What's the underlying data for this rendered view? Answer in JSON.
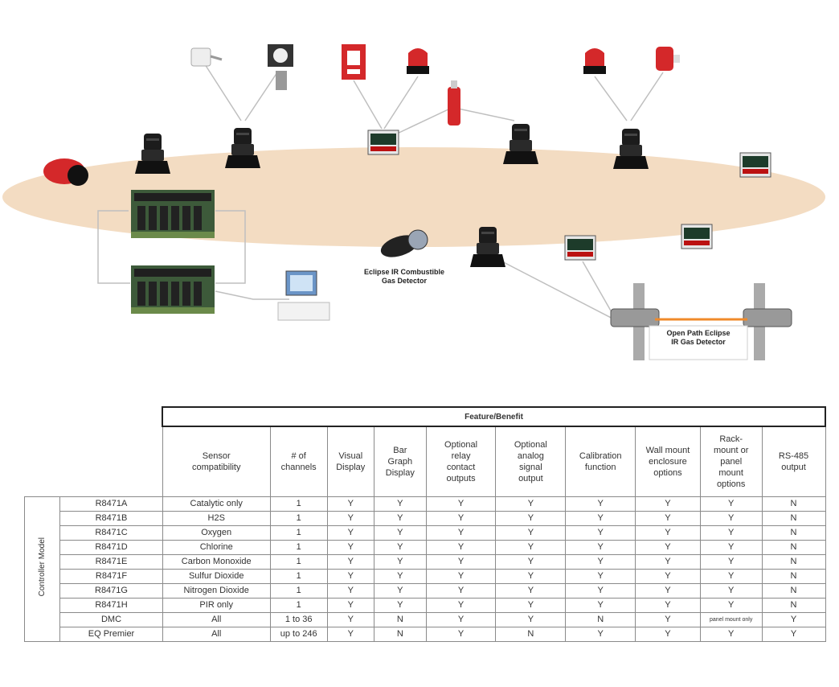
{
  "diagram": {
    "labels": {
      "eclipse_ir": [
        "Eclipse IR Combustible",
        "Gas Detector"
      ],
      "open_path": [
        "Open Path Eclipse",
        "IR Gas Detector"
      ]
    },
    "colors": {
      "ellipse": "#f3dcc2",
      "red_device": "#d4282a",
      "black_device": "#1c1c1c",
      "controller_green": "#3d5a3a",
      "link": "#bfbfbf"
    }
  },
  "table": {
    "group_header": "Feature/Benefit",
    "row_group_label": "Controller Model",
    "columns": [
      [
        "Sensor",
        "compatibility"
      ],
      [
        "# of",
        "channels"
      ],
      [
        "Visual",
        "Display"
      ],
      [
        "Bar",
        "Graph",
        "Display"
      ],
      [
        "Optional",
        "relay",
        "contact",
        "outputs"
      ],
      [
        "Optional",
        "analog",
        "signal",
        "output"
      ],
      [
        "Calibration",
        "function"
      ],
      [
        "Wall mount",
        "enclosure",
        "options"
      ],
      [
        "Rack-",
        "mount or",
        "panel",
        "mount",
        "options"
      ],
      [
        "RS-485",
        "output"
      ]
    ],
    "rows": [
      {
        "model": "R8471A",
        "cells": [
          "Catalytic only",
          "1",
          "Y",
          "Y",
          "Y",
          "Y",
          "Y",
          "Y",
          "Y",
          "N"
        ]
      },
      {
        "model": "R8471B",
        "cells": [
          "H2S",
          "1",
          "Y",
          "Y",
          "Y",
          "Y",
          "Y",
          "Y",
          "Y",
          "N"
        ]
      },
      {
        "model": "R8471C",
        "cells": [
          "Oxygen",
          "1",
          "Y",
          "Y",
          "Y",
          "Y",
          "Y",
          "Y",
          "Y",
          "N"
        ]
      },
      {
        "model": "R8471D",
        "cells": [
          "Chlorine",
          "1",
          "Y",
          "Y",
          "Y",
          "Y",
          "Y",
          "Y",
          "Y",
          "N"
        ]
      },
      {
        "model": "R8471E",
        "cells": [
          "Carbon Monoxide",
          "1",
          "Y",
          "Y",
          "Y",
          "Y",
          "Y",
          "Y",
          "Y",
          "N"
        ]
      },
      {
        "model": "R8471F",
        "cells": [
          "Sulfur Dioxide",
          "1",
          "Y",
          "Y",
          "Y",
          "Y",
          "Y",
          "Y",
          "Y",
          "N"
        ]
      },
      {
        "model": "R8471G",
        "cells": [
          "Nitrogen Dioxide",
          "1",
          "Y",
          "Y",
          "Y",
          "Y",
          "Y",
          "Y",
          "Y",
          "N"
        ]
      },
      {
        "model": "R8471H",
        "cells": [
          "PIR only",
          "1",
          "Y",
          "Y",
          "Y",
          "Y",
          "Y",
          "Y",
          "Y",
          "N"
        ]
      },
      {
        "model": "DMC",
        "cells": [
          "All",
          "1 to 36",
          "Y",
          "N",
          "Y",
          "Y",
          "N",
          "Y",
          "panel mount only",
          "Y"
        ]
      },
      {
        "model": "EQ Premier",
        "cells": [
          "All",
          "up to 246",
          "Y",
          "N",
          "Y",
          "N",
          "Y",
          "Y",
          "Y",
          "Y"
        ]
      }
    ]
  }
}
